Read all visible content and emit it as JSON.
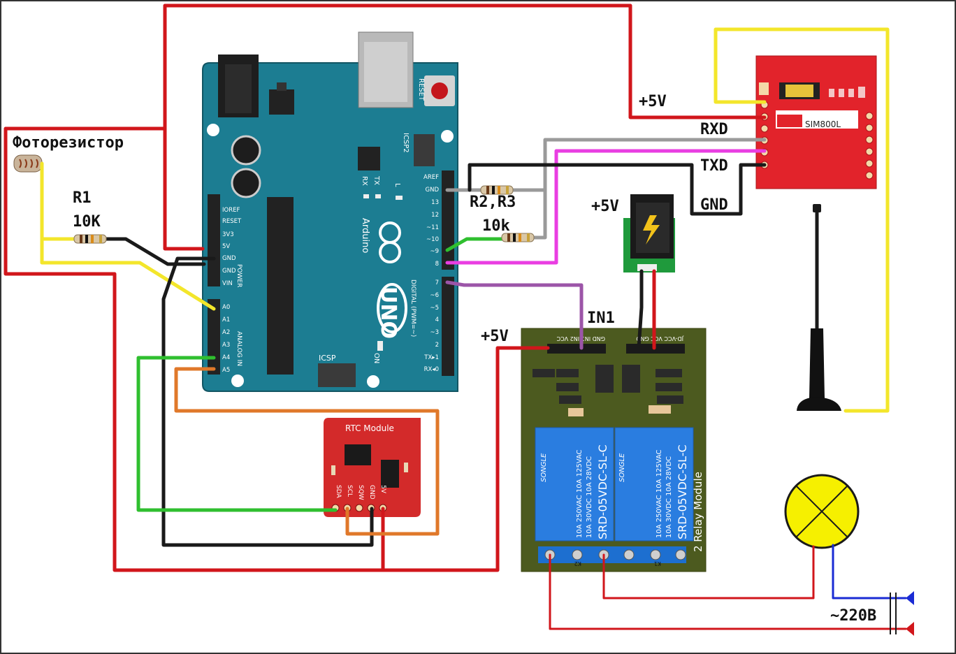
{
  "labels": {
    "photoresistor": "Фоторезистор",
    "r1_name": "R1",
    "r1_value": "10K",
    "r23_name": "R2,R3",
    "r23_value": "10k",
    "plus5v_top": "+5V",
    "rxd": "RXD",
    "txd": "TXD",
    "gnd": "GND",
    "plus5v_jack": "+5V",
    "in1": "IN1",
    "plus5v_relay": "+5V",
    "mains": "~220В"
  },
  "arduino": {
    "reset": "RESET",
    "icsp2": "ICSP2",
    "tx": "TX",
    "rx": "RX",
    "l": "L",
    "brand": "Arduino",
    "model": "UNO",
    "on": "ON",
    "icsp": "ICSP",
    "digital_caption": "DIGITAL (PWM=~)",
    "power_caption": "POWER",
    "analog_caption": "ANALOG IN",
    "power_pins": [
      "IOREF",
      "RESET",
      "3V3",
      "5V",
      "GND",
      "GND",
      "VIN"
    ],
    "analog_pins": [
      "A0",
      "A1",
      "A2",
      "A3",
      "A4",
      "A5"
    ],
    "digital_pins_top": [
      "AREF",
      "GND",
      "13",
      "12",
      "~11",
      "~10",
      "~9",
      "8"
    ],
    "digital_pins_bottom": [
      "7",
      "~6",
      "~5",
      "4",
      "~3",
      "2",
      "TX▸1",
      "RX◂0"
    ]
  },
  "sim800l": {
    "name": "SIM800L"
  },
  "rtc": {
    "title": "RTC Module",
    "pins": [
      "SDA",
      "SCL",
      "SQW",
      "GND",
      "5V"
    ]
  },
  "relay": {
    "module_name": "2 Relay Module",
    "header_left": "GND IN1 IN2 VCC",
    "header_right": "JD-VCC VCC GND",
    "relay_brand": "SONGLE",
    "relay_model": "SRD-05VDC-SL-C",
    "relay_spec1": "10A 250VAC  10A 125VAC",
    "relay_spec2": "10A 30VDC   10A 28VDC",
    "k1": "K1",
    "k2": "K2"
  },
  "colors": {
    "arduino_board": "#1c7d92",
    "red_wire": "#d1161b",
    "black_wire": "#1a1a1a",
    "yellow_wire": "#f3e62b",
    "green_wire": "#2fbf2f",
    "orange_wire": "#e0782a",
    "magenta_wire": "#e93ee2",
    "gray_wire": "#9a9a9a",
    "purple_wire": "#9c55a8",
    "relay_board": "#4c5a1f",
    "relay_blue": "#2a7de0",
    "sim_board": "#e2232b",
    "rtc_board": "#d32a2a",
    "lamp": "#f6f000",
    "mains_blue": "#1a2bd4"
  }
}
